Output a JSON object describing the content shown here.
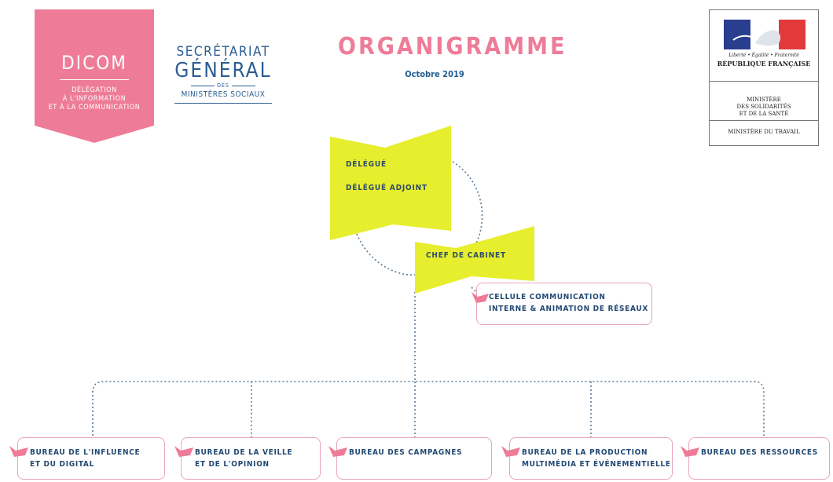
{
  "header": {
    "dicom_title": "DICOM",
    "dicom_subtitle": [
      "DÉLÉGATION",
      "À L'INFORMATION",
      "ET À LA COMMUNICATION"
    ],
    "sg_line1": "SECRÉTARIAT",
    "sg_line2": "GÉNÉRAL",
    "sg_line3": "DES",
    "sg_line4": "MINISTÈRES SOCIAUX",
    "title": "ORGANIGRAMME",
    "date": "Octobre 2019",
    "rf_motto": "Liberté • Égalité • Fraternité",
    "rf_name": "RÉPUBLIQUE FRANÇAISE",
    "rf_ministry1": [
      "MINISTÈRE",
      "DES SOLIDARITÉS",
      "ET DE LA SANTÉ"
    ],
    "rf_ministry2": "MINISTÈRE DU TRAVAIL"
  },
  "org": {
    "delegue": "DÉLÉGUÉ",
    "delegue_adjoint": "DÉLÉGUÉ ADJOINT",
    "chef_cabinet": "CHEF DE CABINET",
    "cellule": [
      "CELLULE COMMUNICATION",
      "INTERNE & ANIMATION DE RÉSEAUX"
    ],
    "bureaux": [
      [
        "BUREAU DE L'INFLUENCE",
        "ET DU DIGITAL"
      ],
      [
        "BUREAU DE LA VEILLE",
        "ET DE L'OPINION"
      ],
      [
        "BUREAU DES CAMPAGNES",
        ""
      ],
      [
        "BUREAU DE LA PRODUCTION",
        "MULTIMÉDIA ET ÉVÉNEMENTIELLE"
      ],
      [
        "BUREAU DES RESSOURCES",
        ""
      ]
    ]
  },
  "colors": {
    "pink": "#ee7c98",
    "yellow": "#e6ee2e",
    "navy": "#234a73",
    "box_border": "#e9a5b8"
  }
}
